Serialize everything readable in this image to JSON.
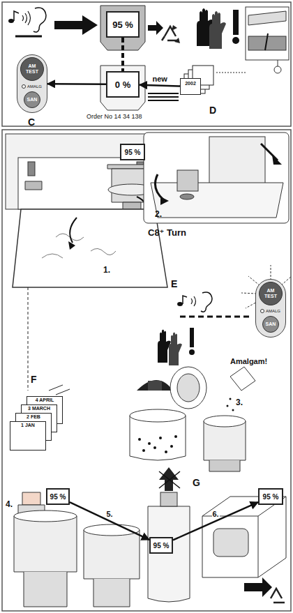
{
  "diagram": {
    "nodes": [
      {
        "text": [
          "95 %"
        ]
      },
      {
        "text": [
          "0 %",
          "Order No 14 34 138"
        ]
      },
      {
        "text": [
          "AMALG",
          "C"
        ]
      },
      {
        "text": [
          "AM TEST"
        ],
        "in": 2
      },
      {
        "text": [
          "SAN"
        ],
        "in": 2
      },
      {
        "text": [
          "2002"
        ]
      },
      {
        "text": [
          "95 %"
        ]
      },
      {
        "text": [
          "AMALG",
          "E"
        ]
      },
      {
        "text": [
          "AM TEST"
        ],
        "in": 7
      },
      {
        "text": [
          "SAN"
        ],
        "in": 7
      },
      {
        "text": [
          "4 APRIL"
        ]
      },
      {
        "text": [
          "3 MARCH"
        ]
      },
      {
        "text": [
          "2 FEB"
        ]
      },
      {
        "text": [
          "1 JAN"
        ]
      },
      {
        "text": [
          "95 %"
        ]
      },
      {
        "text": [
          "95 %"
        ]
      },
      {
        "text": [
          "95 %"
        ]
      }
    ],
    "edges": [
      {
        "from": 0,
        "to": 1,
        "arrow": "none"
      },
      {
        "from": 5,
        "to": 1,
        "label": "new",
        "arrow": "to"
      },
      {
        "from": 1,
        "to": 2,
        "arrow": "to"
      },
      {
        "from": 14,
        "to": 15,
        "label": "5.",
        "arrow": "to"
      },
      {
        "from": 15,
        "to": 16,
        "label": "6.",
        "arrow": "to"
      }
    ],
    "labels": [
      "D",
      "2.",
      "1.",
      "C8⁺ Turn",
      "F",
      "Amalgam!",
      "3.",
      "4.",
      "G"
    ]
  }
}
